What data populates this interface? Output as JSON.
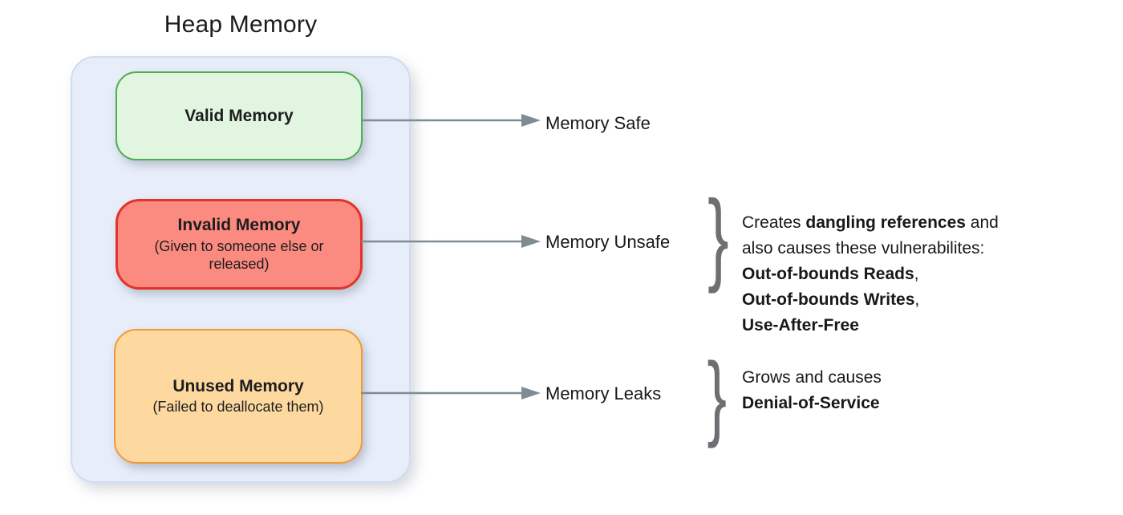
{
  "diagram": {
    "title": "Heap Memory",
    "colors": {
      "container_fill": "#e7edf9",
      "container_border": "#cfdcf3",
      "valid_fill": "#e2f5e0",
      "valid_border": "#4caf50",
      "invalid_fill": "#fb8a80",
      "invalid_border": "#e53228",
      "unused_fill": "#fdd9a0",
      "unused_border": "#ef9a3b",
      "arrow": "#7f8c94",
      "brace": "#6e6e73",
      "text": "#18181a"
    },
    "blocks": [
      {
        "id": "valid-memory",
        "title": "Valid Memory",
        "subtitle": "",
        "outcome": "Memory Safe"
      },
      {
        "id": "invalid-memory",
        "title": "Invalid Memory",
        "subtitle": "(Given to someone else or released)",
        "outcome": "Memory Unsafe"
      },
      {
        "id": "unused-memory",
        "title": "Unused Memory",
        "subtitle": "(Failed to deallocate them)",
        "outcome": "Memory Leaks"
      }
    ],
    "brace_glyph": "}",
    "consequences": {
      "unsafe": {
        "line1_pre": "Creates ",
        "line1_bold": "dangling references",
        "line1_post": " and",
        "line2": "also causes these vulnerabilites:",
        "item1": "Out-of-bounds Reads",
        "item1_punct": ",",
        "item2": "Out-of-bounds Writes",
        "item2_punct": ",",
        "item3": "Use-After-Free"
      },
      "leaks": {
        "line1": "Grows and causes",
        "line2_bold": "Denial-of-Service"
      }
    }
  }
}
